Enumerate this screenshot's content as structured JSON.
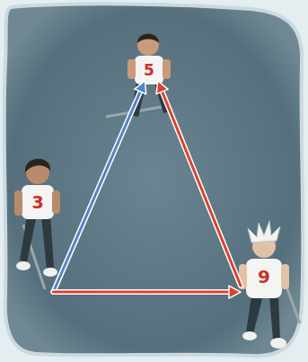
{
  "diagram": {
    "nodes": [
      {
        "text": [
          "5"
        ]
      },
      {
        "text": [
          "3"
        ]
      },
      {
        "text": [
          "9"
        ]
      }
    ],
    "edges": [
      {
        "from": 1,
        "to": 0,
        "arrow": "to"
      },
      {
        "from": 1,
        "to": 2,
        "arrow": "to"
      },
      {
        "from": 2,
        "to": 0,
        "arrow": "to"
      }
    ]
  }
}
